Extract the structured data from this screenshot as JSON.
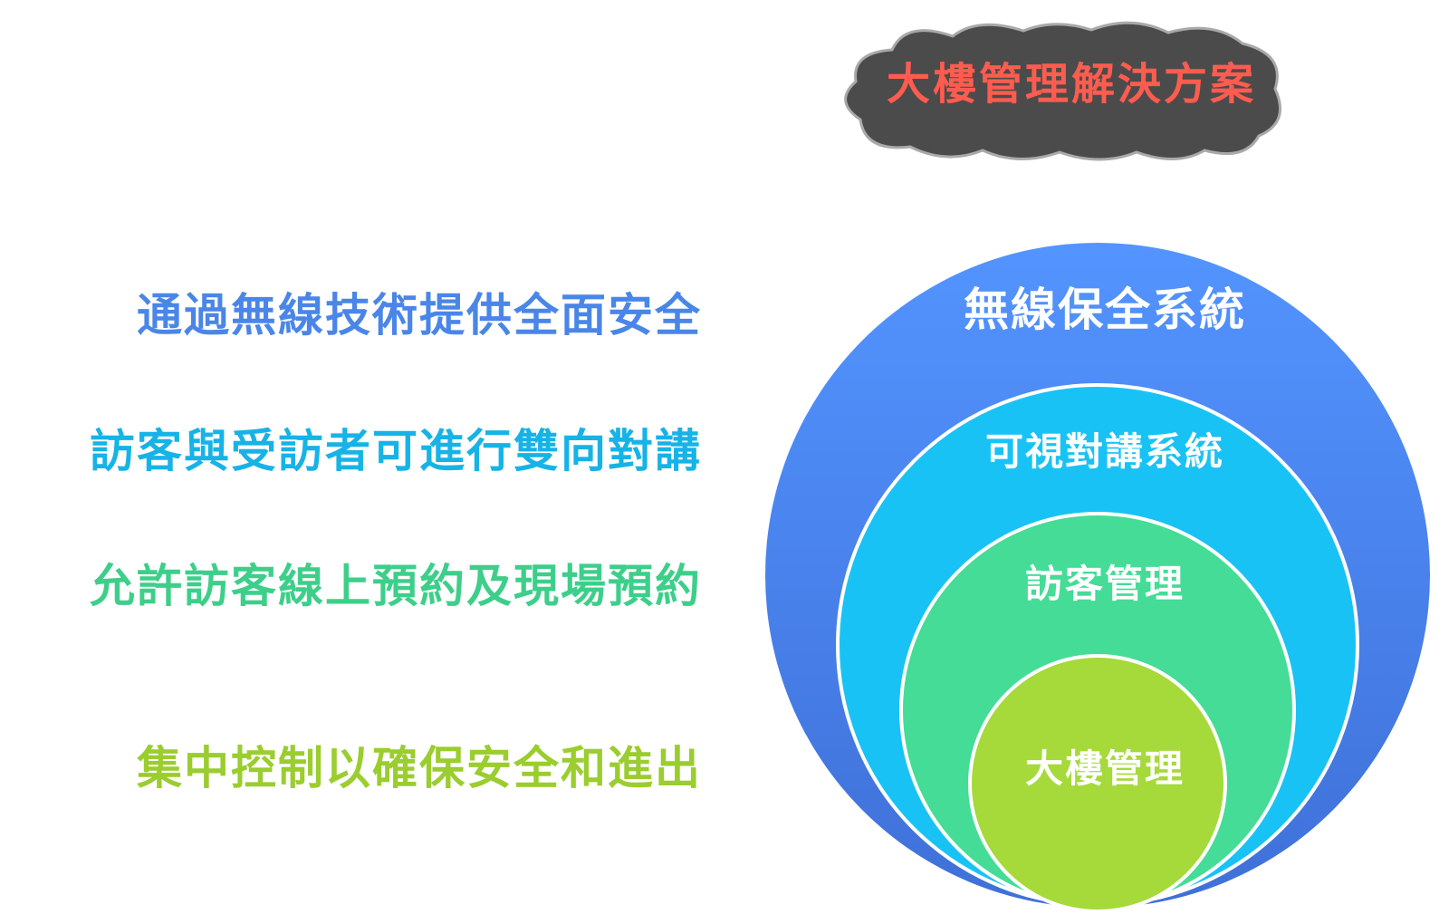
{
  "title": "大樓管理解決方案",
  "features": [
    {
      "text": "通過無線技術提供全面安全",
      "color": "#4a86e8"
    },
    {
      "text": "訪客與受訪者可進行雙向對講",
      "color": "#17b3e6"
    },
    {
      "text": "允許訪客線上預約及現場預約",
      "color": "#3dcf8a"
    },
    {
      "text": "集中控制以確保安全和進出",
      "color": "#9acd2e"
    }
  ],
  "rings": [
    {
      "label": "無線保全系統",
      "color": "#4a7fea"
    },
    {
      "label": "可視對講系統",
      "color": "#19c2f5"
    },
    {
      "label": "訪客管理",
      "color": "#44dc96"
    },
    {
      "label": "大樓管理",
      "color": "#a6d93a"
    }
  ],
  "colors": {
    "title_cloud": "#4b4b4b",
    "title_text": "#ff5c50"
  }
}
